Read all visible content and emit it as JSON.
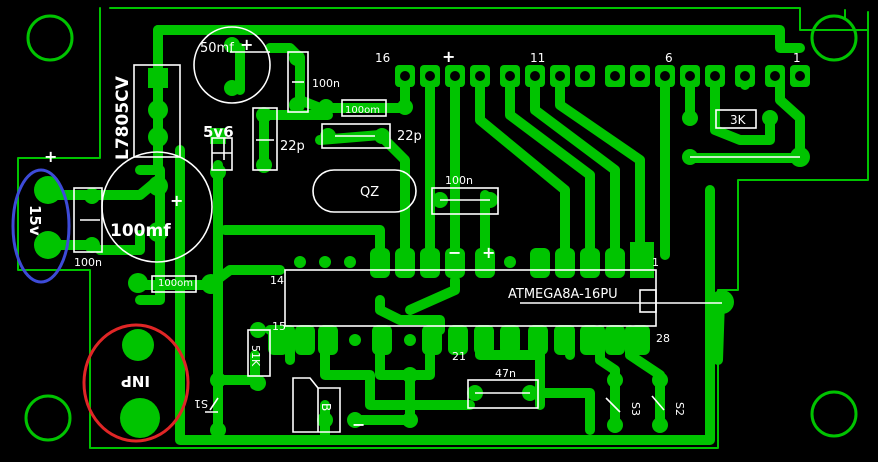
{
  "colors": {
    "background": "#000000",
    "copper": "#00c400",
    "silkscreen": "#ffffff",
    "power_marker": "#3d4bd8",
    "input_marker": "#e02626"
  },
  "labels": {
    "regulator": "L7805CV",
    "cap_50mf": "50mf",
    "cap_100mf": "100mf",
    "zener": "5v6",
    "crystal": "QZ",
    "mcu": "ATMEGA8A-16PU",
    "resistor_3k": "3K",
    "resistor_51k": "51K",
    "resistor_100om_top": "100om",
    "resistor_100om_left": "100om",
    "cap_100n_top": "100n",
    "cap_100n_left": "100n",
    "cap_100n_mid": "100n",
    "cap_22p_left": "22p",
    "cap_22p_right": "22p",
    "cap_47n": "47n",
    "power_input": "15v",
    "signal_input": "INP",
    "pin_1": "1",
    "pin_6": "6",
    "pin_11": "11",
    "pin_16": "16",
    "mcu_pin_14": "14",
    "mcu_pin_15": "15",
    "mcu_pin_21": "21",
    "mcu_pin_28": "28",
    "mcu_pin_1": "1",
    "plus_top": "+",
    "plus_cap": "+",
    "plus_power": "+",
    "plus_cap_large": "+",
    "plus_mcu": "+",
    "minus_mcu": "−",
    "minus_bottom": "−",
    "buzzer": "B",
    "switch_1": "S1",
    "switch_2": "S2",
    "switch_3": "S3"
  }
}
